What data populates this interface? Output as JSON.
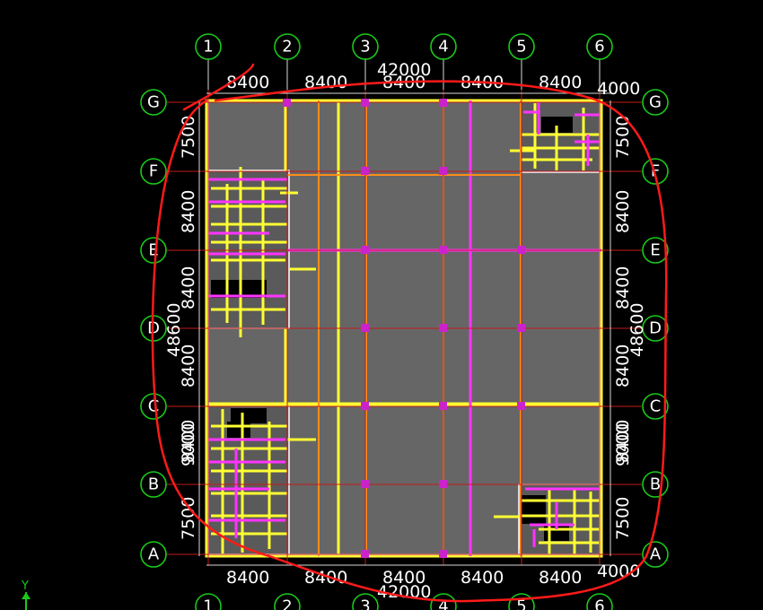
{
  "axes": {
    "columns": [
      "1",
      "2",
      "3",
      "4",
      "5",
      "6"
    ],
    "rows": [
      "G",
      "F",
      "E",
      "D",
      "C",
      "B",
      "A"
    ]
  },
  "dimensions": {
    "top_spans": [
      "8400",
      "8400",
      "8400",
      "8400",
      "8400"
    ],
    "top_total": "42000",
    "top_extra": "4000",
    "bottom_spans": [
      "8400",
      "8400",
      "8400",
      "8400",
      "8400"
    ],
    "bottom_total": "42000",
    "bottom_extra": "4000",
    "left_spans": [
      "7500",
      "8400",
      "8400",
      "8400",
      "9000",
      "7500"
    ],
    "left_total": "48600",
    "left_overlap": "8400",
    "right_spans": [
      "7500",
      "8400",
      "8400",
      "8400",
      "9000",
      "7500"
    ],
    "right_total": "48600",
    "right_overlap": "8400"
  },
  "ucs": {
    "y_label": "Y"
  },
  "colors": {
    "background": "#000000",
    "slab": "#666666",
    "grid_line": "#c41a1a",
    "bubble": "#19c919",
    "beam_yellow": "#ffff33",
    "beam_magenta": "#ff33ff",
    "beam_orange": "#ff8c1a",
    "markup": "#ff1a1a"
  }
}
